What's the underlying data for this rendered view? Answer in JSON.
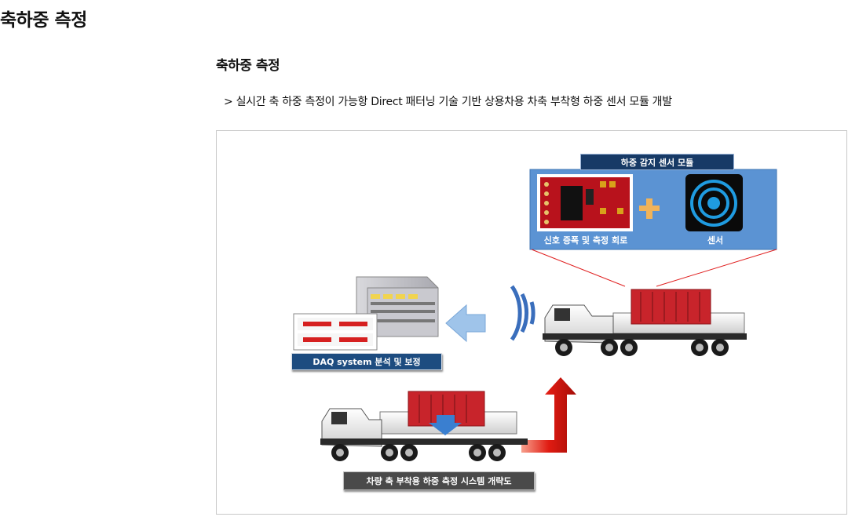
{
  "page_title": "축하중 측정",
  "section_title": "축하중 측정",
  "description": "> 실시간 축 하중 측정이 가능항 Direct 패터닝 기술 기반 상용차용 차축 부착형 하중 센서 모듈 개발",
  "diagram": {
    "module_title": "하중 감지 센서 모듈",
    "circuit_caption": "신호 증폭 및 측정  회로",
    "plus_sign": "+",
    "sensor_caption": "센서",
    "daq_label": "DAQ system 분석 및 보정",
    "system_caption": "차량 축 부착용 하중 측정 시스템 개략도",
    "colors": {
      "module_panel": "#5b93d3",
      "container_red": "#c8242b",
      "arrow_red": "#e01b12",
      "wireless_blue": "#3a6ebc",
      "arrow_light_blue": "#9fc4ea",
      "label_navy": "#173a66"
    },
    "icons": [
      "circuit-board-image",
      "sensor-image",
      "wireless-signal-icon",
      "daq-equipment-image",
      "truck-image",
      "arrow-left-icon",
      "arrow-up-icon",
      "arrow-down-icon"
    ]
  }
}
